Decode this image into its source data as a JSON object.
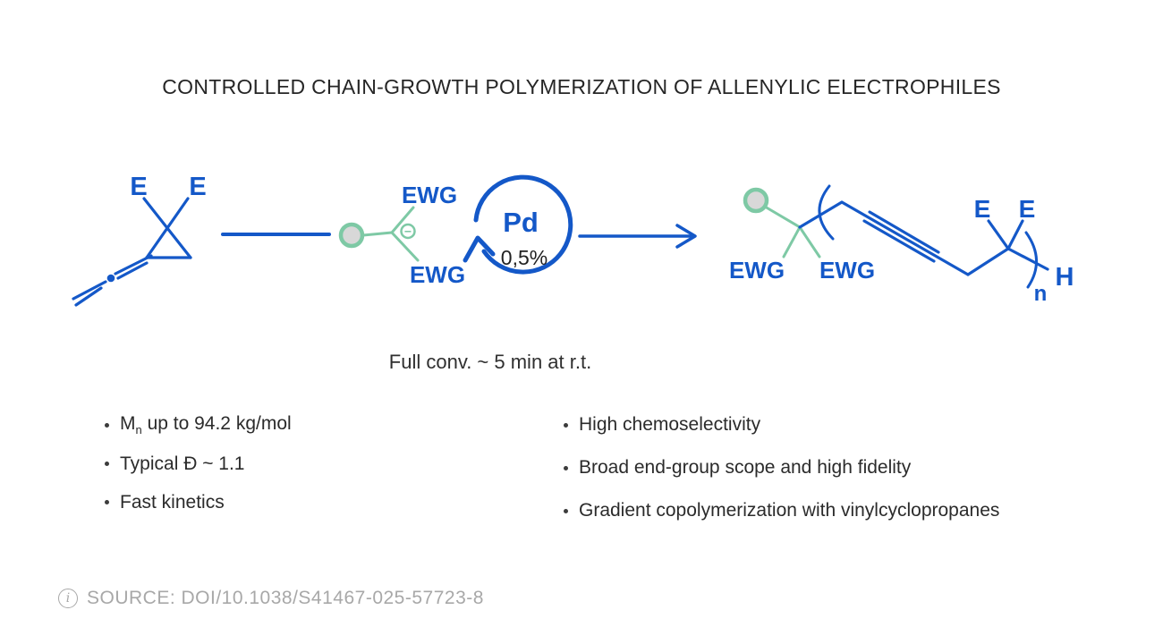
{
  "title": "CONTROLLED CHAIN-GROWTH POLYMERIZATION OF ALLENYLIC ELECTROPHILES",
  "scheme": {
    "monomer": {
      "substituent_left": "E",
      "substituent_right": "E"
    },
    "initiator": {
      "ewg_top": "EWG",
      "ewg_bottom": "EWG",
      "charge": "−"
    },
    "catalyst": {
      "symbol": "Pd",
      "loading": "0,5%"
    },
    "product": {
      "ewg_left": "EWG",
      "ewg_right": "EWG",
      "substituent_left": "E",
      "substituent_right": "E",
      "repeat_subscript": "n",
      "end_group": "H"
    },
    "conditions": "Full conv. ~ 5 min at r.t."
  },
  "features": {
    "left": [
      {
        "pre": "M",
        "sub": "n",
        "post": " up to 94.2 kg/mol"
      },
      "Typical Đ ~ 1.1",
      "Fast kinetics"
    ],
    "right": [
      "High chemoselectivity",
      "Broad end-group scope and high fidelity",
      "Gradient copolymerization with vinylcyclopropanes"
    ]
  },
  "source": {
    "icon_letter": "i",
    "text": "SOURCE: DOI/10.1038/S41467-025-57723-8"
  },
  "colors": {
    "bond_blue": "#1458c8",
    "accent_green": "#7ec9a5",
    "ball_fill": "#d8d8d8",
    "text_dark": "#262626",
    "muted_gray": "#a8a8a8"
  }
}
